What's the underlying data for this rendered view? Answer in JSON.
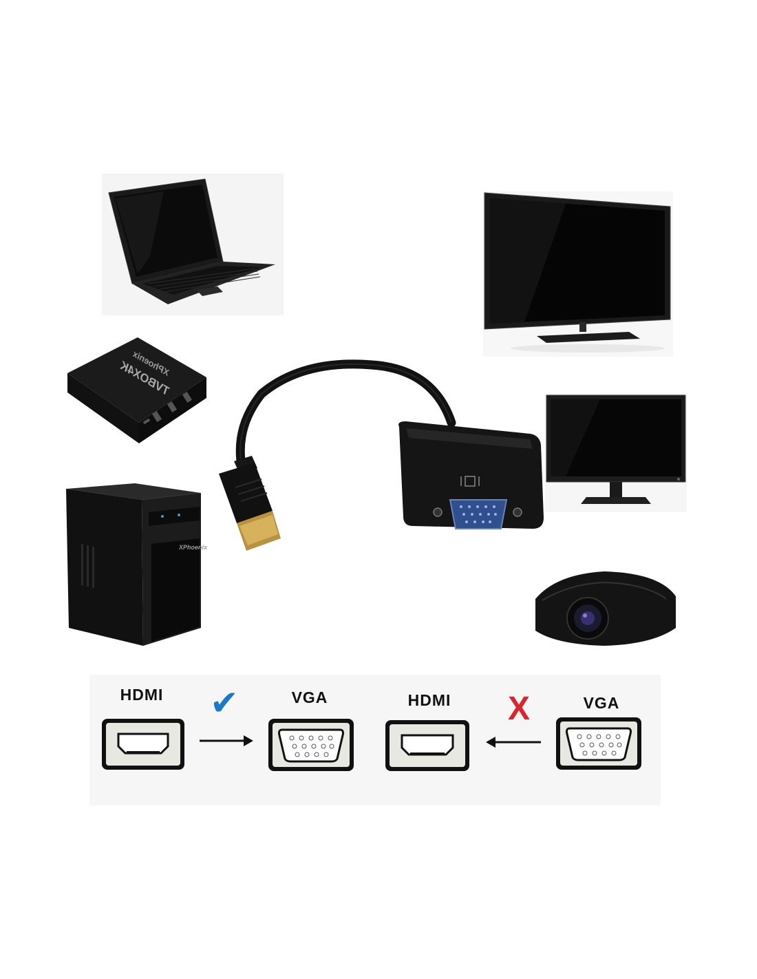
{
  "box_brand": {
    "maker": "XPhoenix",
    "model": "TVBOX4K"
  },
  "tower_brand": "XPhoenix",
  "diagram": {
    "left_pair": {
      "source": "HDMI",
      "target": "VGA",
      "mark": "✔",
      "mark_color": "#1e78c8"
    },
    "right_pair": {
      "source": "HDMI",
      "target": "VGA",
      "mark": "X",
      "mark_color": "#d8262c"
    }
  },
  "colors": {
    "device_body": "#161616",
    "screen": "#0a0a0a",
    "port_fill": "#e8e8e3",
    "gold_connector": "#c9a24a",
    "vga_blue": "#2f4f8f"
  }
}
